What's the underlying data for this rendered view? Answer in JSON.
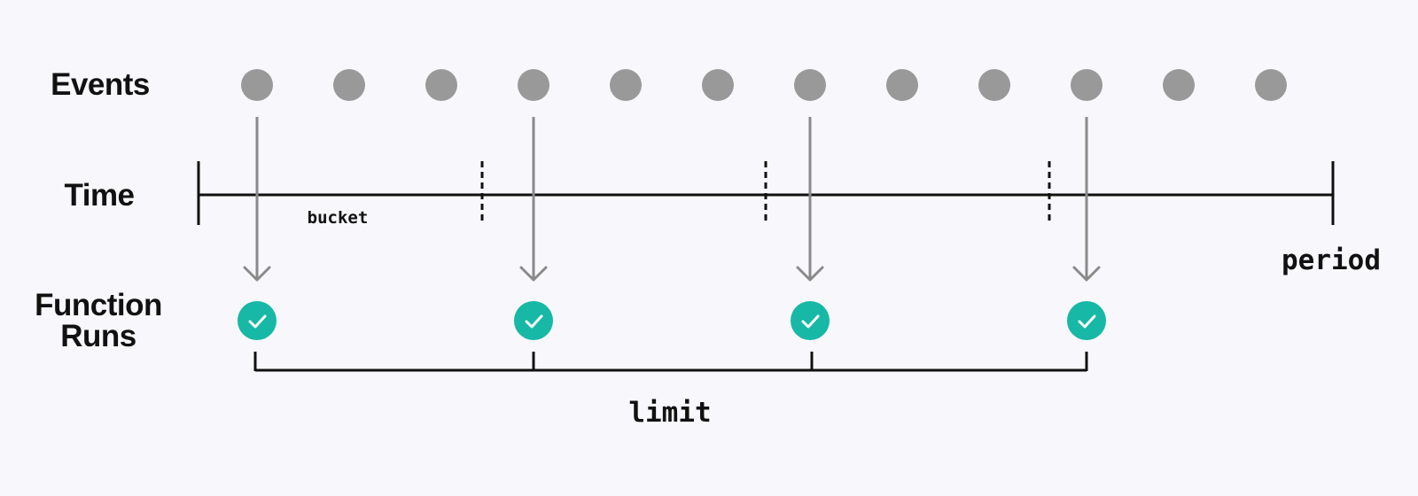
{
  "labels": {
    "events": "Events",
    "time": "Time",
    "function_runs_line1": "Function",
    "function_runs_line2": "Runs",
    "bucket": "bucket",
    "period": "period",
    "limit": "limit"
  },
  "events": {
    "count": 12
  },
  "buckets": {
    "count": 4
  },
  "function_runs": {
    "count": 4,
    "status": "success"
  },
  "colors": {
    "event_dot": "#999999",
    "arrow": "#8a8a8a",
    "axis": "#111111",
    "run_success": "#17b8a6",
    "check": "#ffffff",
    "background": "#f8f8fc"
  },
  "icons": {
    "event": "circle-dot-icon",
    "run": "check-circle-icon",
    "arrow": "arrow-down-icon"
  }
}
